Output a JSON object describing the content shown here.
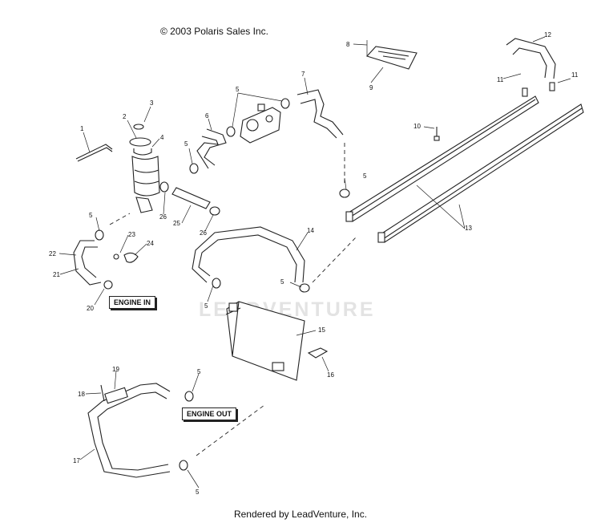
{
  "copyright": "© 2003 Polaris Sales Inc.",
  "footer": "Rendered by LeadVenture, Inc.",
  "watermark": "LEADVENTURE",
  "labels": {
    "engine_in": "ENGINE IN",
    "engine_out": "ENGINE OUT"
  },
  "callouts": {
    "c1": "1",
    "c2": "2",
    "c3": "3",
    "c4": "4",
    "c5a": "5",
    "c5b": "5",
    "c5c": "5",
    "c5d": "5",
    "c5e": "5",
    "c5f": "5",
    "c5g": "5",
    "c5h": "5",
    "c6": "6",
    "c7": "7",
    "c8": "8",
    "c9": "9",
    "c10": "10",
    "c11a": "11",
    "c11b": "11",
    "c12": "12",
    "c13": "13",
    "c14": "14",
    "c15": "15",
    "c16": "16",
    "c17": "17",
    "c18": "18",
    "c19": "19",
    "c20": "20",
    "c21": "21",
    "c22": "22",
    "c23": "23",
    "c24": "24",
    "c25": "25",
    "c26a": "26",
    "c26b": "26"
  }
}
